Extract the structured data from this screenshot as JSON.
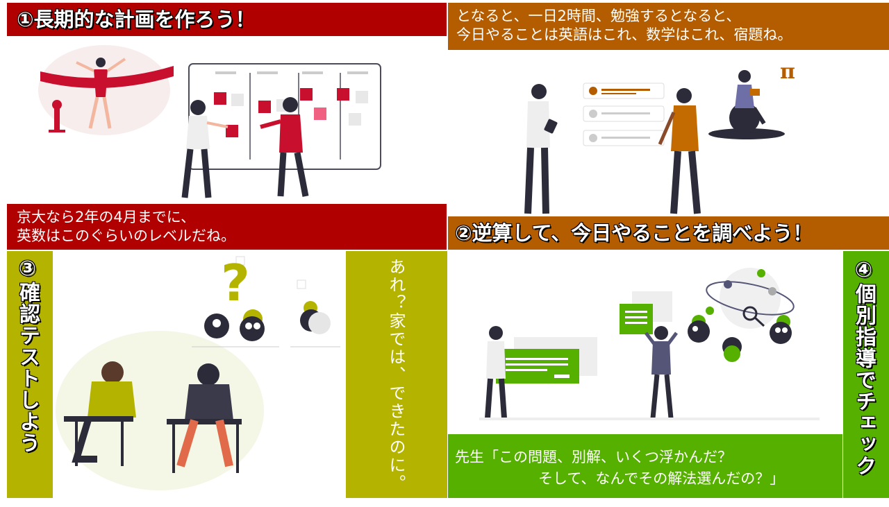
{
  "q1": {
    "heading": "①長期的な計画を作ろう！",
    "caption_lines": [
      "京大なら2年の4月までに、",
      "英数はこのぐらいのレベルだね。"
    ]
  },
  "q2": {
    "caption_lines": [
      "となると、一日2時間、勉強するとなると、",
      "今日やることは英語はこれ、数学はこれ、宿題ね。"
    ],
    "heading": "②逆算して、今日やることを調べよう！",
    "pi_symbol": "π"
  },
  "q3": {
    "side_label": "③確認テストしよう",
    "question_mark": "?",
    "speech": "あれ？家では、できたのに。"
  },
  "q4": {
    "side_label": "④個別指導でチェック",
    "caption_lines": [
      "先生「この問題、別解、いくつ浮かんだ？",
      "そして、なんでその解法選んだの？」"
    ]
  },
  "colors": {
    "red": "#b10000",
    "orange": "#b35c00",
    "olive": "#b4b400",
    "green": "#56b000"
  }
}
